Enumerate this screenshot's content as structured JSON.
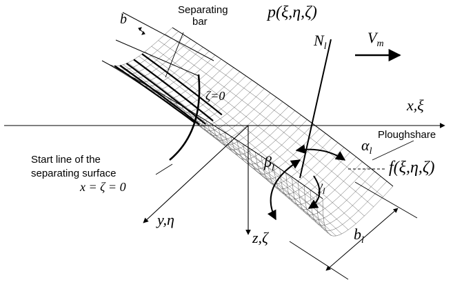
{
  "labels": {
    "b": "b",
    "separating_bar": [
      "Separating",
      "bar"
    ],
    "p_func": "p(ξ,η,ζ)",
    "normal": "N",
    "normal_sub": "l",
    "velocity": "V",
    "velocity_sub": "m",
    "zeta_zero": "ζ=0",
    "x_xi": "x,ξ",
    "alpha": "α",
    "alpha_sub": "l",
    "ploughshare": "Ploughshare",
    "beta": "β",
    "beta_sub": "l",
    "f_func": "f(ξ,η,ζ)",
    "gamma": "γ",
    "gamma_sub": "l",
    "start_line": [
      "Start line of the",
      "separating surface"
    ],
    "x_zeta_zero": "x = ζ = 0",
    "y_eta": "y,η",
    "z_zeta": "z,ζ",
    "b_l": "b",
    "b_l_sub": "l"
  }
}
